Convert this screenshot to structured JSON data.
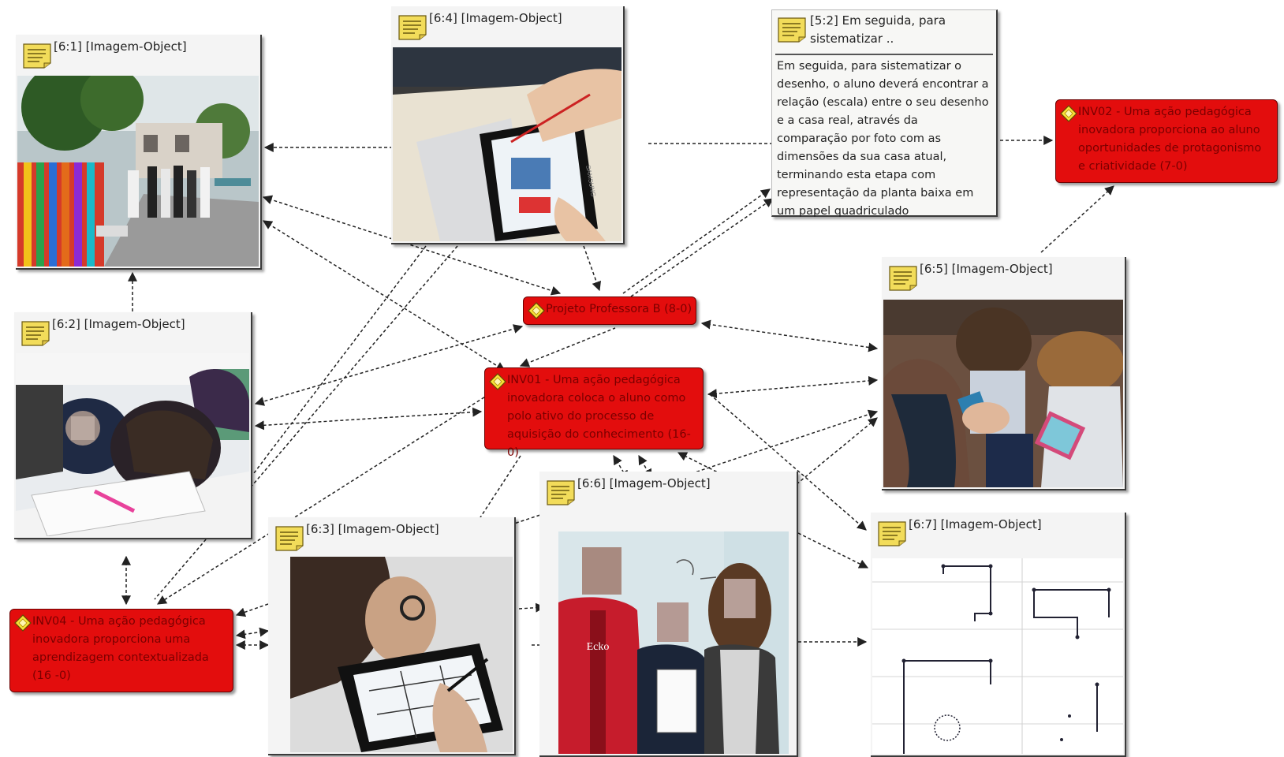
{
  "image_nodes": {
    "n61": {
      "label": "[6:1] [Imagem-Object]"
    },
    "n62": {
      "label": "[6:2] [Imagem-Object]"
    },
    "n63": {
      "label": "[6:3] [Imagem-Object]"
    },
    "n64": {
      "label": "[6:4] [Imagem-Object]"
    },
    "n65": {
      "label": "[6:5] [Imagem-Object]"
    },
    "n66": {
      "label": "[6:6] [Imagem-Object]"
    },
    "n67": {
      "label": "[6:7] [Imagem-Object]"
    }
  },
  "code_nodes": {
    "projeto": {
      "label": "Projeto Professora B (8-0)"
    },
    "inv01": {
      "label": "INV01 - Uma ação pedagógica inovadora coloca o aluno como polo ativo do processo de aquisição do conhecimento (16-0)"
    },
    "inv02": {
      "label": "INV02 - Uma ação pedagógica inovadora proporciona ao aluno oportunidades de protagonismo e criatividade (7-0)"
    },
    "inv04": {
      "label": "INV04 - Uma ação pedagógica inovadora proporciona uma aprendizagem contextualizada (16 -0)"
    }
  },
  "memo": {
    "title": "[5:2] Em seguida, para sistematizar ..",
    "body": "Em seguida, para sistematizar o desenho, o aluno deverá encontrar a relação (escala) entre o seu desenho e a casa real, através da comparação por foto com as dimensões da sua casa atual, terminando esta etapa com representação da planta baixa em um papel quadriculado"
  },
  "photo_text": {
    "tablet_brand": "SAMSUNG",
    "shirt_print": "Ecko"
  },
  "colors": {
    "code_fill": "#e30d0d",
    "code_text": "#7a0000",
    "memo_icon": "#f2dc5a",
    "diamond": "#f7e23a",
    "link": "#222222"
  }
}
